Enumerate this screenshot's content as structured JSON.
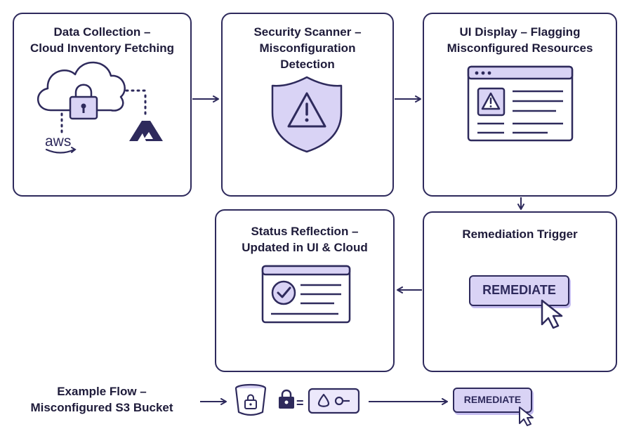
{
  "cards": {
    "data_collection": {
      "title_line1": "Data Collection –",
      "title_line2": "Cloud Inventory Fetching",
      "logo_text": "aws"
    },
    "security_scanner": {
      "title_line1": "Security Scanner –",
      "title_line2": "Misconfiguration",
      "title_line3": "Detection"
    },
    "ui_display": {
      "title_line1": "UI Display – Flagging",
      "title_line2": "Misconfigured Resources"
    },
    "remediation_trigger": {
      "title": "Remediation Trigger",
      "button_label": "REMEDIATE"
    },
    "status_reflection": {
      "title_line1": "Status Reflection –",
      "title_line2": "Updated in UI & Cloud"
    }
  },
  "example_flow": {
    "label_line1": "Example Flow –",
    "label_line2": "Misconfigured S3 Bucket",
    "equals": "=",
    "button_label": "REMEDIATE"
  },
  "colors": {
    "outline": "#2e2a5c",
    "accent_fill": "#d9d3f5",
    "accent_light": "#ece8fb"
  }
}
